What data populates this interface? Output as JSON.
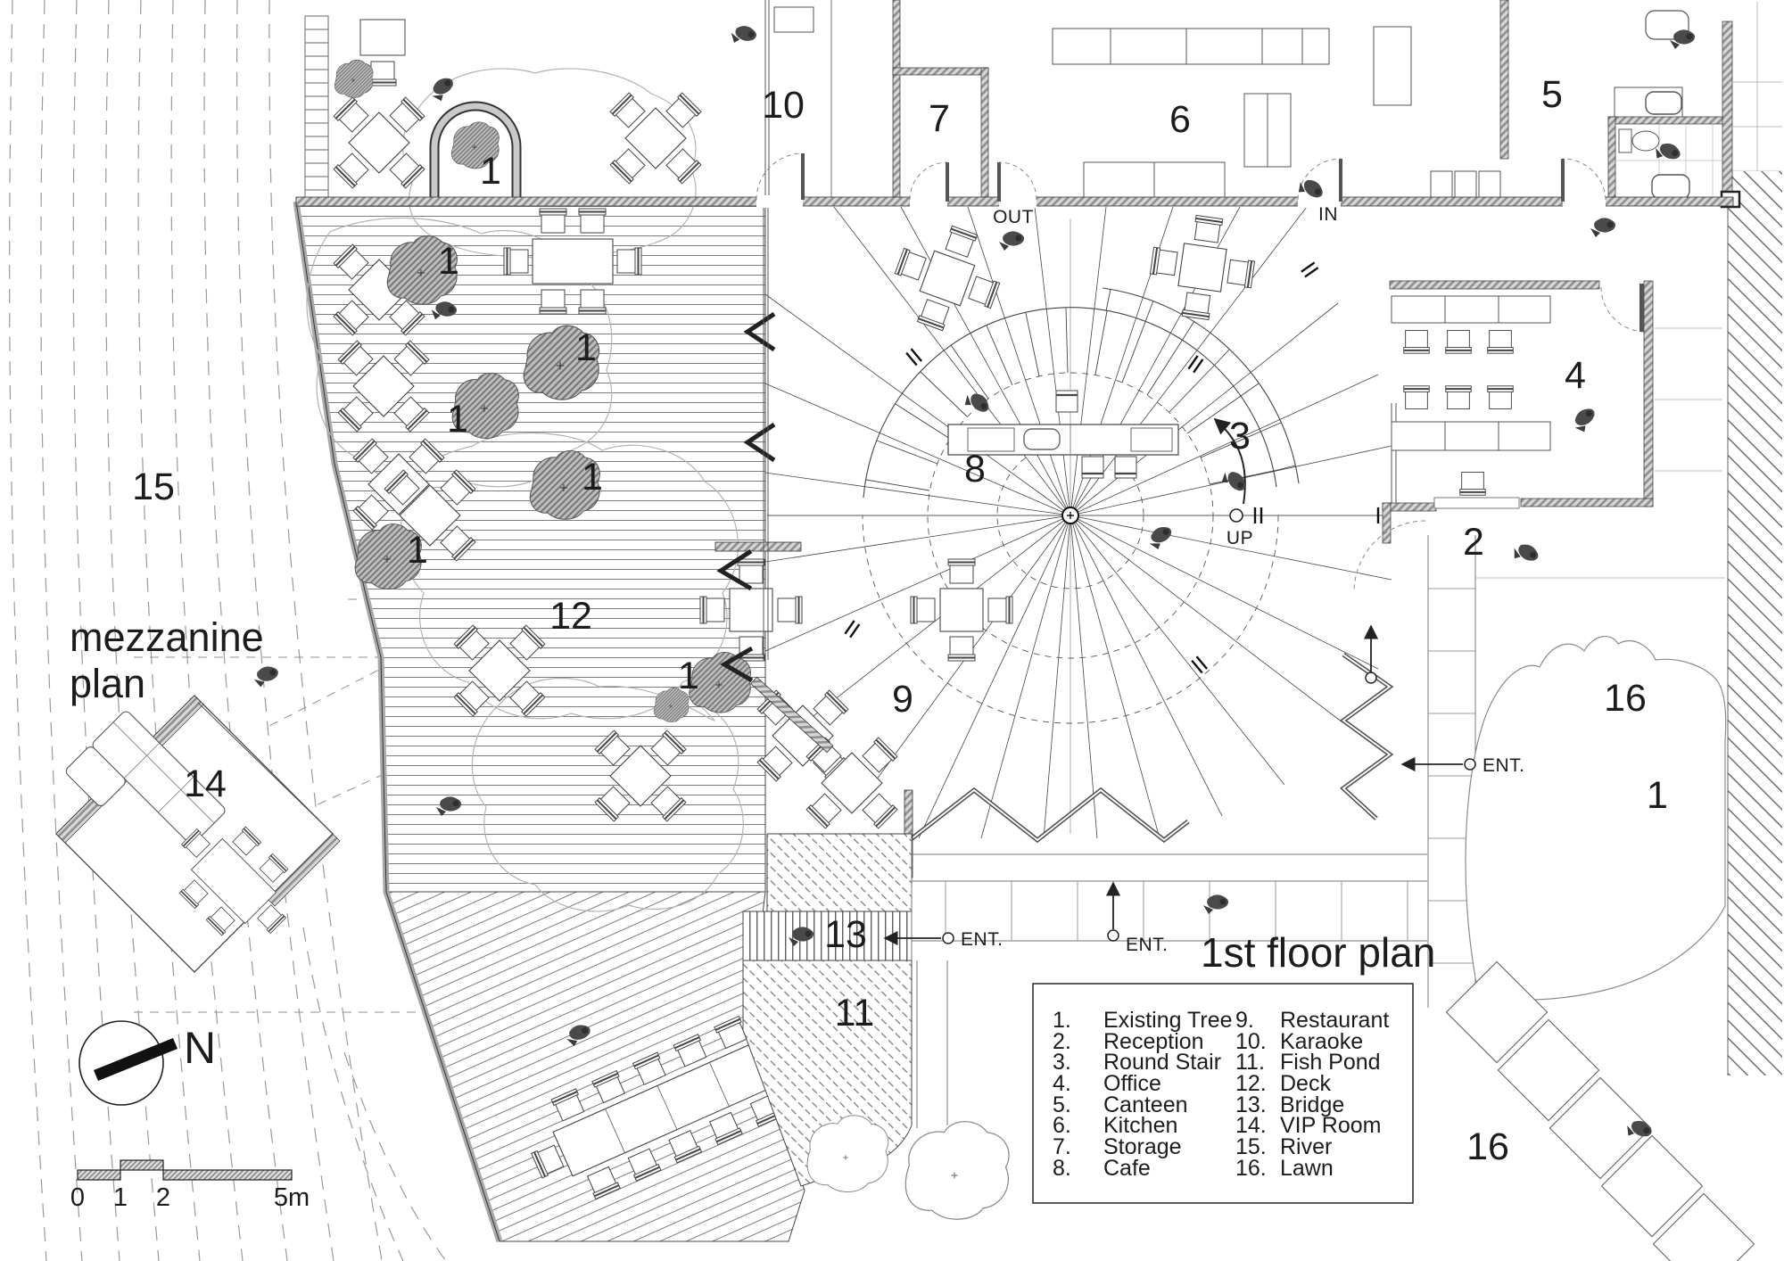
{
  "title": "1st floor plan",
  "mezzanine": {
    "line1": "mezzanine",
    "line2": "plan"
  },
  "legend": {
    "col1": [
      {
        "num": "1.",
        "label": "Existing Tree"
      },
      {
        "num": "2.",
        "label": "Reception"
      },
      {
        "num": "3.",
        "label": "Round Stair"
      },
      {
        "num": "4.",
        "label": "Office"
      },
      {
        "num": "5.",
        "label": "Canteen"
      },
      {
        "num": "6.",
        "label": "Kitchen"
      },
      {
        "num": "7.",
        "label": "Storage"
      },
      {
        "num": "8.",
        "label": "Cafe"
      }
    ],
    "col2": [
      {
        "num": "9.",
        "label": "Restaurant"
      },
      {
        "num": "10.",
        "label": "Karaoke"
      },
      {
        "num": "11.",
        "label": "Fish Pond"
      },
      {
        "num": "12.",
        "label": "Deck"
      },
      {
        "num": "13.",
        "label": "Bridge"
      },
      {
        "num": "14.",
        "label": "VIP Room"
      },
      {
        "num": "15.",
        "label": "River"
      },
      {
        "num": "16.",
        "label": "Lawn"
      }
    ]
  },
  "rooms": {
    "existing_tree": "1",
    "reception": "2",
    "round_stair": "3",
    "office": "4",
    "canteen": "5",
    "kitchen": "6",
    "storage": "7",
    "cafe": "8",
    "restaurant": "9",
    "karaoke": "10",
    "fish_pond": "11",
    "deck": "12",
    "bridge": "13",
    "vip_room": "14",
    "river": "15",
    "lawn": "16"
  },
  "annotations": {
    "out": "OUT",
    "in": "IN",
    "up": "UP",
    "ent": "ENT.",
    "north": "N"
  },
  "scale_bar": {
    "t0": "0",
    "t1": "1",
    "t2": "2",
    "t5": "5m"
  }
}
